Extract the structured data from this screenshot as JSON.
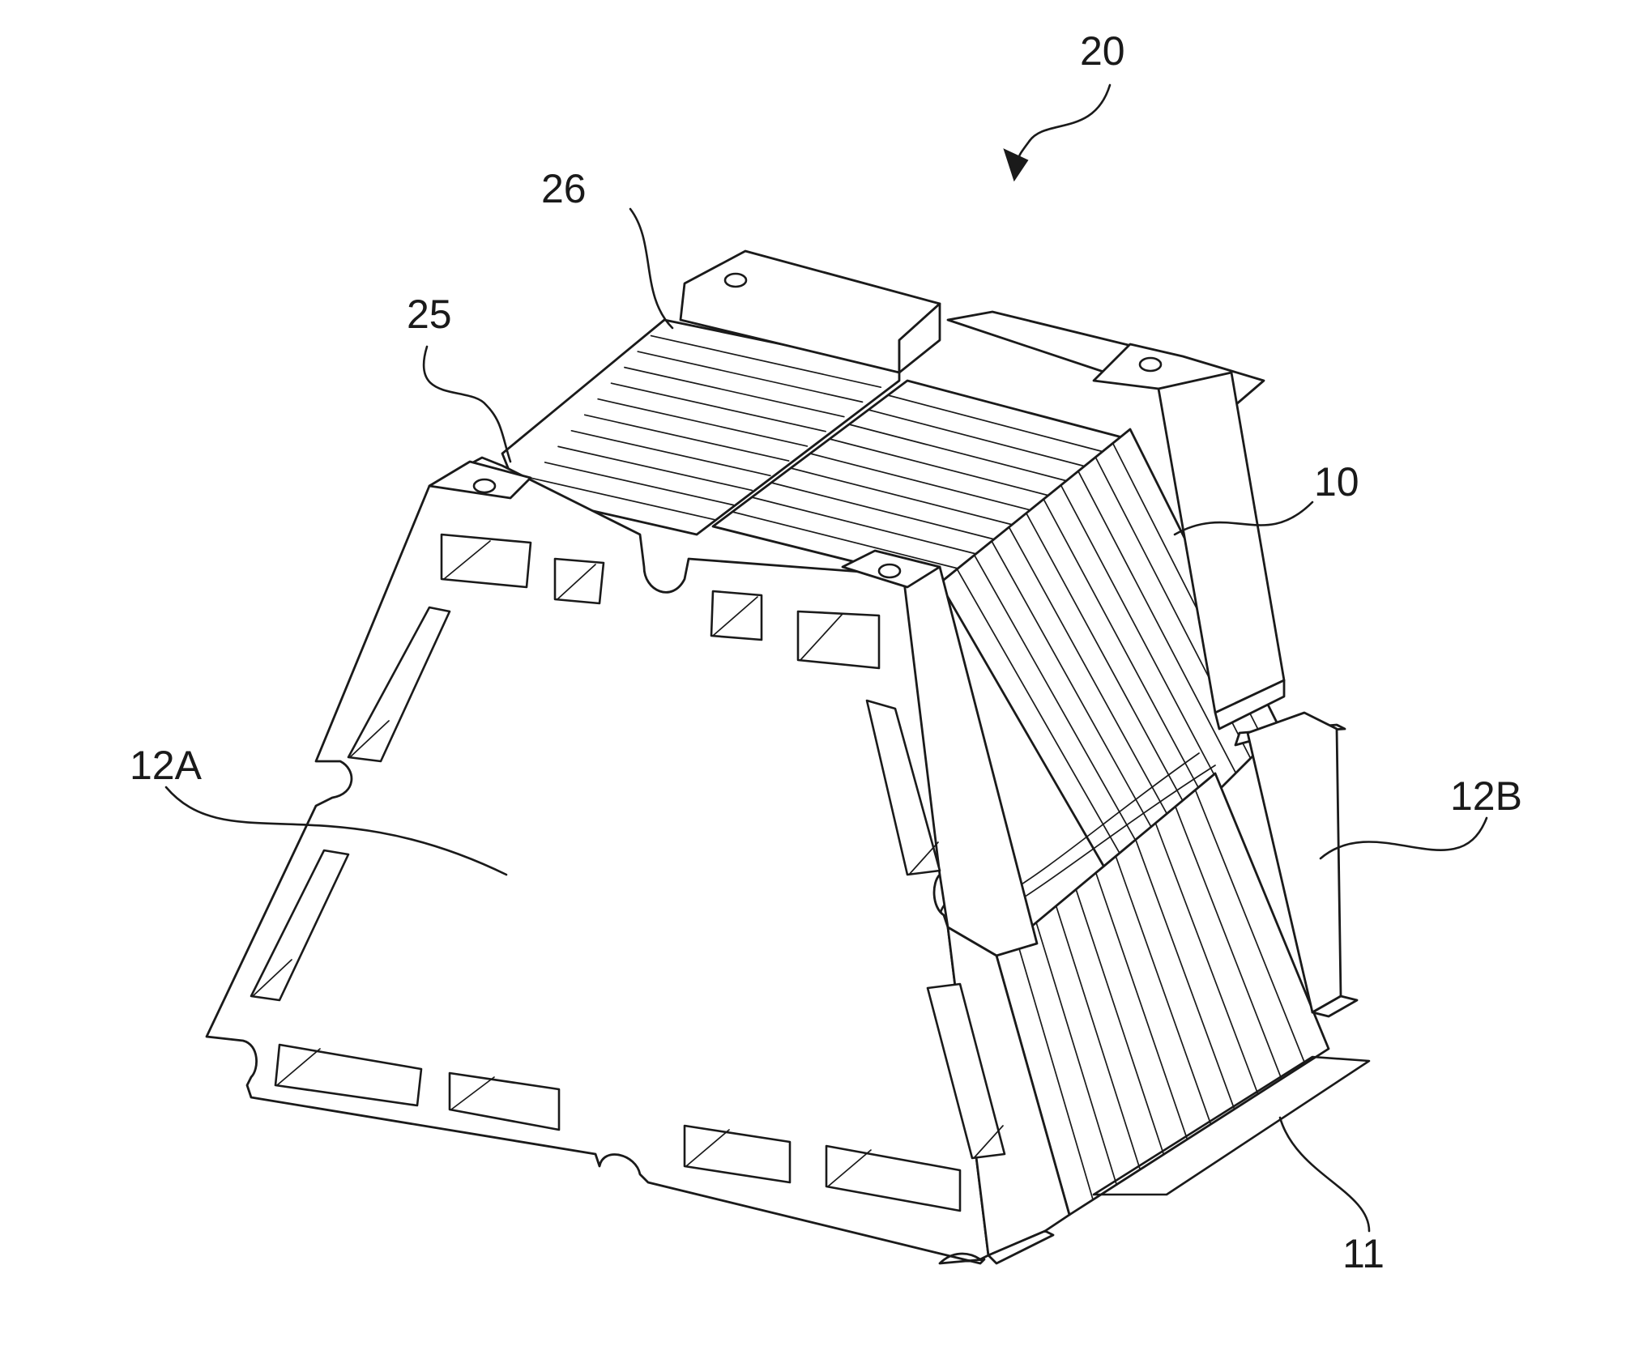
{
  "figure": {
    "labels": {
      "assembly": "20",
      "top_cells": "26",
      "top_edge": "25",
      "cell_stack": "10",
      "end_plate_front": "12A",
      "end_plate_back": "12B",
      "base": "11"
    }
  }
}
